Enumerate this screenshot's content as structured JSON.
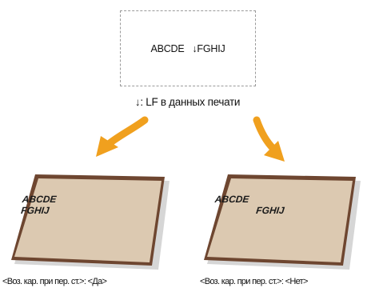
{
  "source": {
    "text_before": "ABCDE",
    "lf_glyph": "↓",
    "text_after": "FGHIJ"
  },
  "legend": {
    "text": "↓: LF в данных печати"
  },
  "result_yes": {
    "line1": "ABCDE",
    "line2": "FGHIJ",
    "caption": "<Воз. кар. при пер. ст.>: <Да>"
  },
  "result_no": {
    "line1": "ABCDE",
    "line2": "FGHIJ",
    "caption": "<Воз. кар. при пер. ст.>: <Нет>"
  },
  "colors": {
    "arrow": "#f0a01e",
    "paper_fill": "#dcc9b1",
    "paper_edge": "#6e4630",
    "paper_shadow": "#d6d6d6"
  }
}
